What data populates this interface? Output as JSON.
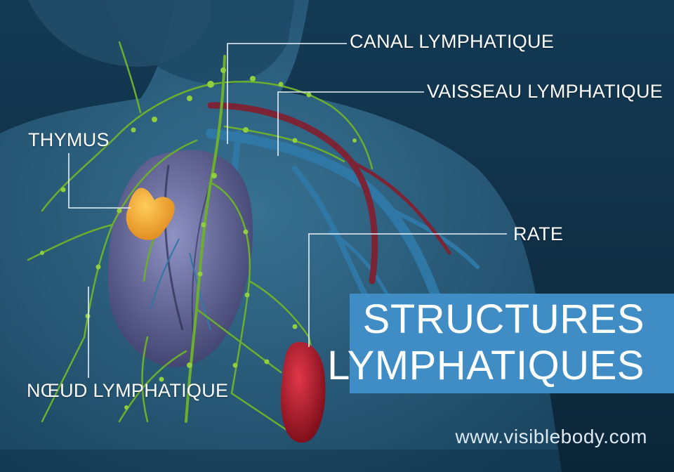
{
  "labels": {
    "canal": "CANAL LYMPHATIQUE",
    "vaisseau": "VAISSEAU LYMPHATIQUE",
    "thymus": "THYMUS",
    "rate": "RATE",
    "noeud": "NŒUD LYMPHATIQUE"
  },
  "title": {
    "line1": "STRUCTURES",
    "line2": "LYMPHATIQUES"
  },
  "website": "www.visiblebody.com",
  "colors": {
    "background": "#0f2d44",
    "banner": "#3f8dc4",
    "lymph_vessel": "#6cae2e",
    "thymus": "#f0a83a",
    "spleen": "#b01a28",
    "heart": "#5c5f8e",
    "vein": "#2f78a6",
    "artery": "#7a2436"
  }
}
